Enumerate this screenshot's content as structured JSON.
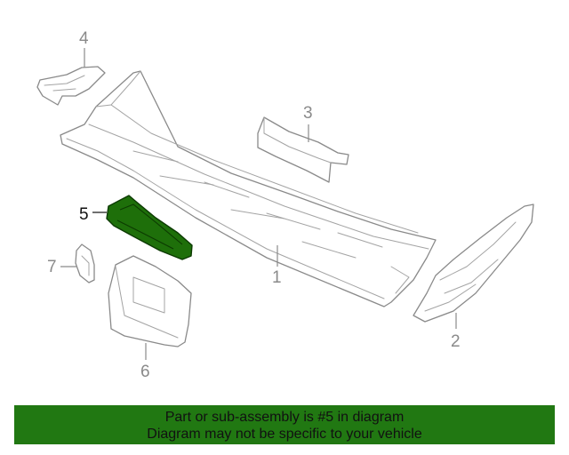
{
  "diagram": {
    "callouts": {
      "c1": "1",
      "c2": "2",
      "c3": "3",
      "c4": "4",
      "c5": "5",
      "c6": "6",
      "c7": "7"
    },
    "colors": {
      "highlight_fill": "#1e6f0a",
      "line": "#8a8a8a"
    }
  },
  "banner": {
    "line1": "Part or sub-assembly is #5 in diagram",
    "line2": "Diagram may not be specific to your vehicle",
    "background": "#217812"
  }
}
